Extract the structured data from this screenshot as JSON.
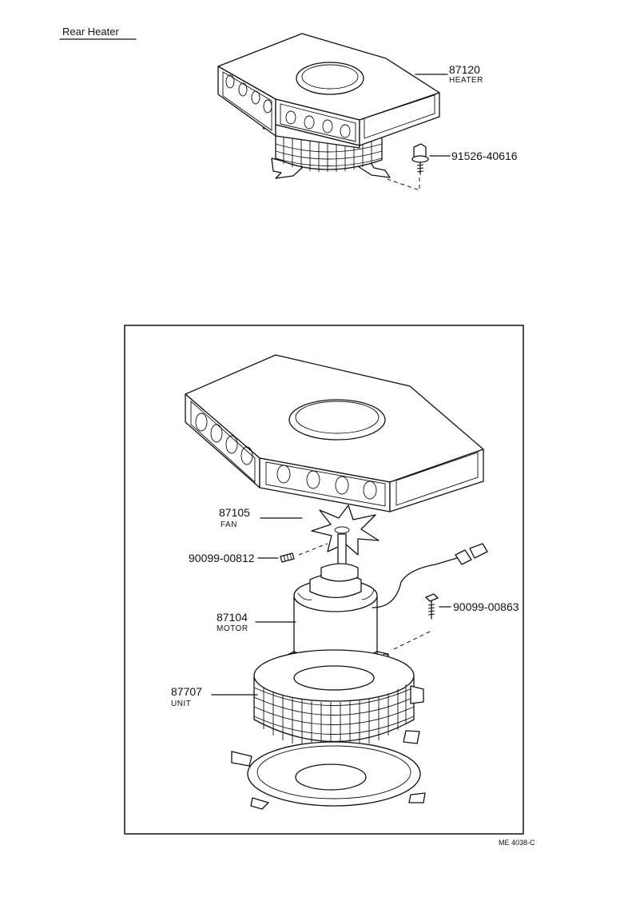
{
  "title": "Rear Heater",
  "top_assembly": {
    "part_number": "87120",
    "part_name": "HEATER",
    "bolt_number": "91526-40616"
  },
  "detail": {
    "fan": {
      "part_number": "87105",
      "part_name": "FAN"
    },
    "fan_screw": {
      "part_number": "90099-00812"
    },
    "motor": {
      "part_number": "87104",
      "part_name": "MOTOR"
    },
    "motor_screw": {
      "part_number": "90099-00863"
    },
    "unit": {
      "part_number": "87707",
      "part_name": "UNIT"
    }
  },
  "figure_ref": "ME 4038-C"
}
